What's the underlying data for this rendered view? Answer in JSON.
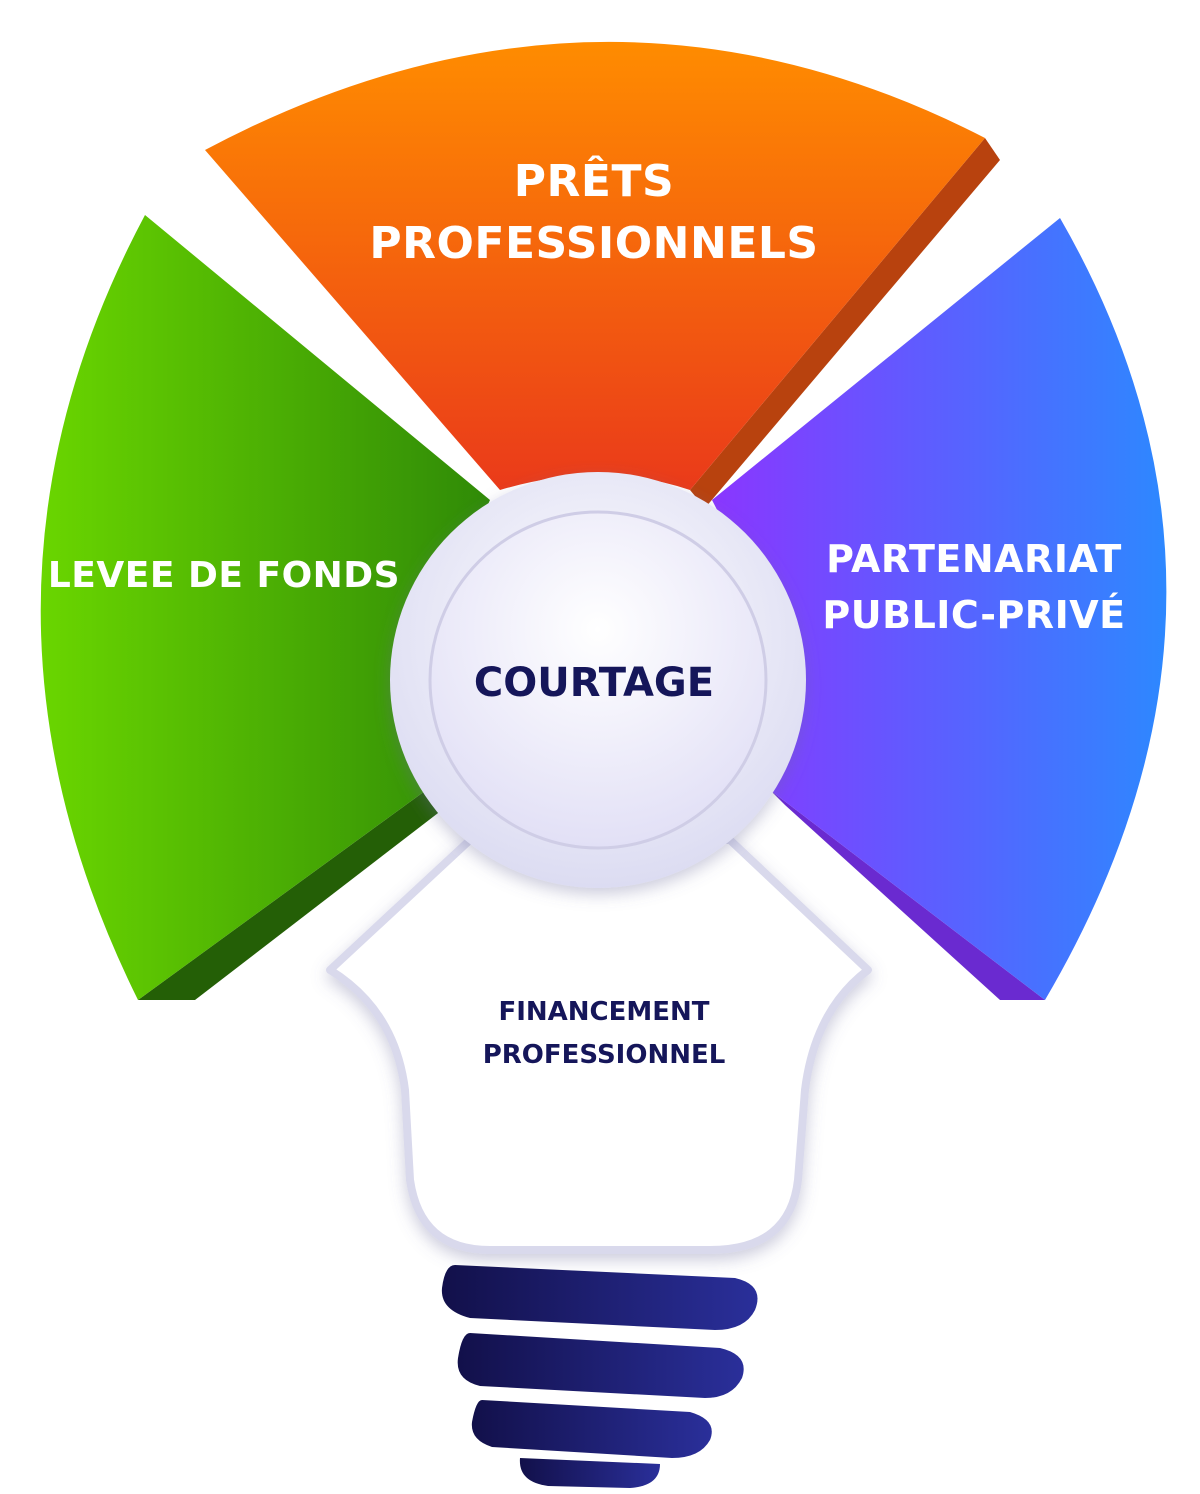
{
  "segments": {
    "top": {
      "label_line1": "PRÊTS",
      "label_line2": "PROFESSIONNELS",
      "color_light": "#ff8a00",
      "color_dark": "#e8341c",
      "side_color": "#b8420e"
    },
    "left": {
      "label": "LEVEE DE FONDS",
      "color_light": "#6ad600",
      "color_dark": "#2e8a06",
      "side_color": "#245f06"
    },
    "right": {
      "label_line1": "PARTENARIAT",
      "label_line2": "PUBLIC-PRIVÉ",
      "color_light": "#8a3cff",
      "color_dark": "#2e86ff",
      "side_color": "#6a2ad0"
    }
  },
  "center": {
    "label": "COURTAGE"
  },
  "bulb": {
    "label_line1": "FINANCEMENT",
    "label_line2": "PROFESSIONNEL",
    "base_color_light": "#2a2f9a",
    "base_color_dark": "#12104a"
  }
}
